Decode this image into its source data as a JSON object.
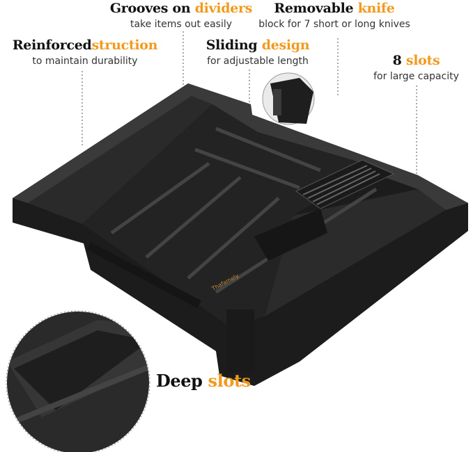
{
  "callouts": {
    "reinforced": {
      "head_main": "Reinforced",
      "head_accent": "struction",
      "sub": "to maintain durability"
    },
    "grooves": {
      "head_main": "Grooves on",
      "head_accent": "dividers",
      "sub": "take items out easily"
    },
    "removable": {
      "head_main": "Removable",
      "head_accent": "knife",
      "sub": "block for 7 short or long knives"
    },
    "sliding": {
      "head_main": "Sliding",
      "head_accent": "design",
      "sub": "for adjustable length"
    },
    "slots": {
      "head_main": "8",
      "head_accent": "slots",
      "sub": "for large capacity"
    }
  },
  "deep_slots": {
    "head_main": "Deep",
    "head_accent": "slots"
  },
  "brand_mark": "Thafamely",
  "colors": {
    "accent": "#f39a1e",
    "tray": "#1f1f1f"
  }
}
